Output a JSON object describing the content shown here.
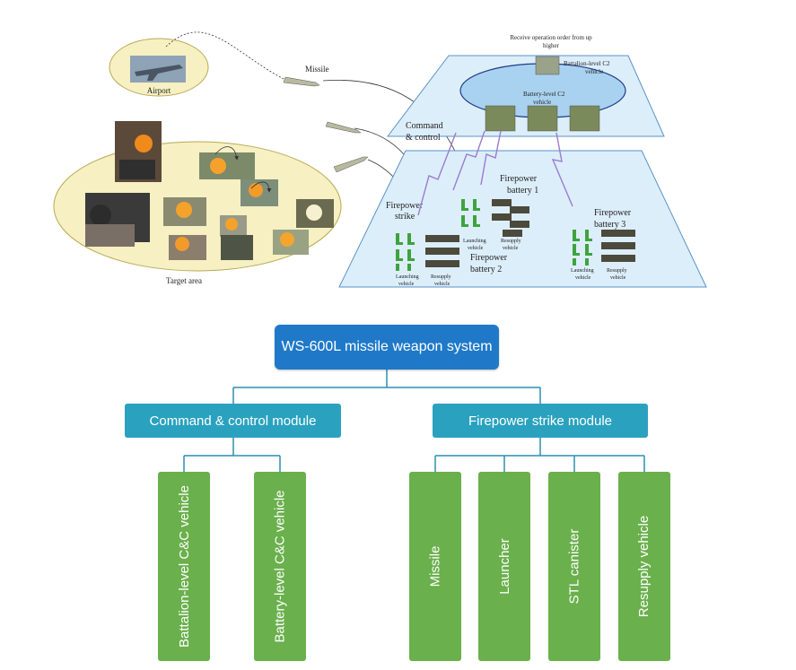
{
  "scene": {
    "airport_label": "Airport",
    "missile_label": "Missile",
    "target_area_label": "Target area",
    "receive_order_line1": "Receive operation order from up",
    "receive_order_line2": "higher",
    "battalion_c2_line1": "Battalion-level C2",
    "battalion_c2_line2": "vehicle",
    "battery_c2_line1": "Battery-level C2",
    "battery_c2_line2": "vehicle",
    "command_control_line1": "Command",
    "command_control_line2": "& control",
    "firepower_strike_line1": "Firepower",
    "firepower_strike_line2": "strike",
    "battery1_line1": "Firepower",
    "battery1_line2": "battery 1",
    "battery2_line1": "Firepower",
    "battery2_line2": "battery 2",
    "battery3_line1": "Firepower",
    "battery3_line2": "battery 3",
    "launching_line1": "Launching",
    "launching_line2": "vehicle",
    "resupply_line1": "Resupply",
    "resupply_line2": "vehicle"
  },
  "tree": {
    "root": "WS-600L missile weapon system",
    "modules": [
      "Command & control module",
      "Firepower strike module"
    ],
    "leaves": [
      "Battalion-level C&C vehicle",
      "Battery-level C&C vehicle",
      "Missile",
      "Launcher",
      "STL canister",
      "Resupply vehicle"
    ]
  },
  "colors": {
    "root_box": "#1f79c8",
    "module_box": "#2aa2bf",
    "leaf_box": "#6ab04c",
    "connector": "#2c8fb0",
    "plane_fill": "#dceefa",
    "plane_stroke": "#5a93c8",
    "ellipse_fill": "#f6f0c2",
    "command_ellipse": "#a9d2f0",
    "link_arrow": "#9b7bd0"
  }
}
